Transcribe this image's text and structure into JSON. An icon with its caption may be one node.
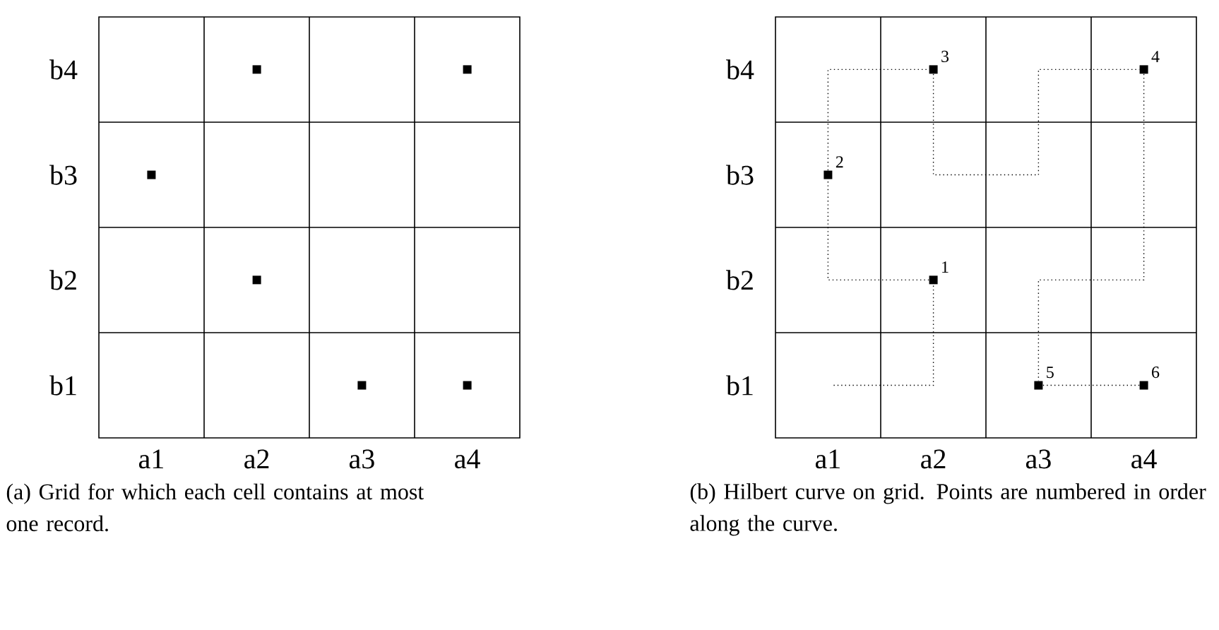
{
  "diagram": {
    "nodes": [
      {
        "text": [],
        "shape": "box"
      },
      {
        "text": [],
        "shape": "box"
      },
      {
        "text": [],
        "shape": "box"
      },
      {
        "text": [],
        "shape": "box"
      },
      {
        "text": [],
        "shape": "box"
      },
      {
        "text": [],
        "shape": "box"
      },
      {
        "text": [],
        "shape": "box",
        "beside": [
          "1"
        ]
      },
      {
        "text": [],
        "shape": "box",
        "beside": [
          "2"
        ]
      },
      {
        "text": [],
        "shape": "box",
        "beside": [
          "3"
        ]
      },
      {
        "text": [],
        "shape": "box",
        "beside": [
          "4"
        ]
      },
      {
        "text": [],
        "shape": "box",
        "beside": [
          "5"
        ]
      },
      {
        "text": [],
        "shape": "box",
        "beside": [
          "6"
        ]
      }
    ],
    "edges": [
      {
        "from": null,
        "to": 6,
        "arrow": "none",
        "style": "dashed"
      },
      {
        "from": 6,
        "to": 7,
        "arrow": "none",
        "style": "dashed"
      },
      {
        "from": 7,
        "to": 8,
        "arrow": "none",
        "style": "dashed"
      },
      {
        "from": 8,
        "to": 9,
        "arrow": "none",
        "style": "dashed"
      },
      {
        "from": 9,
        "to": 10,
        "arrow": "none",
        "style": "dashed"
      },
      {
        "from": 10,
        "to": 11,
        "arrow": "none",
        "style": "dashed"
      }
    ],
    "labels": [
      "b4",
      "b3",
      "b2",
      "b1",
      "a1",
      "a2",
      "a3",
      "a4",
      "b4",
      "b3",
      "b2",
      "b1",
      "a1",
      "a2",
      "a3",
      "a4",
      "(a) Grid for which each cell contains at most one record.",
      "(b) Hilbert curve on grid. Points are numbered in order along the curve."
    ]
  }
}
